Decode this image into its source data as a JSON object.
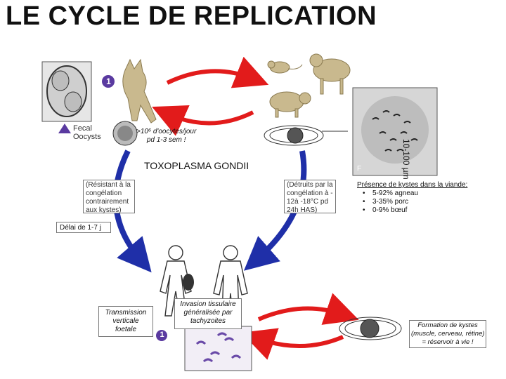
{
  "title": "LE CYCLE DE REPLICATION",
  "step_number": "1",
  "step_number_bottom": "1",
  "fecal_oocysts": "Fecal\nOocysts",
  "oocyst_production": ">10⁶ d'oocytes/jour\npd 1-3 sem !",
  "center_title": "TOXOPLASMA GONDII",
  "left_note": "(Résistant à la\ncongélation\ncontrairement\naux kystes)",
  "right_note": "(Détruits par la\ncongélation à -\n12à -18°C pd\n24h HAS)",
  "scale_label": "10-100 µm",
  "photo_letter": "F",
  "meat_presence": {
    "title": "Présence de kystes dans la viande:",
    "items": [
      "5-92% agneau",
      "3-35% porc",
      "0-9% bœuf"
    ]
  },
  "delay": "Délai de 1-7 j",
  "vertical_transmission": "Transmission\nverticale\nfoetale",
  "tissue_invasion": "Invasion tissulaire\ngénéralisée par\ntachyzoites",
  "cyst_formation": "Formation de kystes\n(muscle, cerveau, rétine)\n= réservoir à vie !",
  "colors": {
    "arrow_red": "#e21b1b",
    "arrow_blue": "#1f2fa8",
    "badge_purple": "#5a3aa0"
  }
}
